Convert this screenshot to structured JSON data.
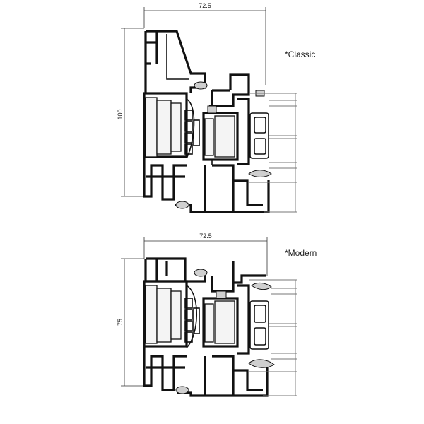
{
  "variants": [
    {
      "label": "*Classic",
      "width_dim": "72.5",
      "height_dim": "100"
    },
    {
      "label": "*Modern",
      "width_dim": "72.5",
      "height_dim": "75"
    }
  ],
  "colors": {
    "profile": "#111111",
    "insulation": "#f4f4f4",
    "glazing": "#777777",
    "dimension": "#333333"
  }
}
